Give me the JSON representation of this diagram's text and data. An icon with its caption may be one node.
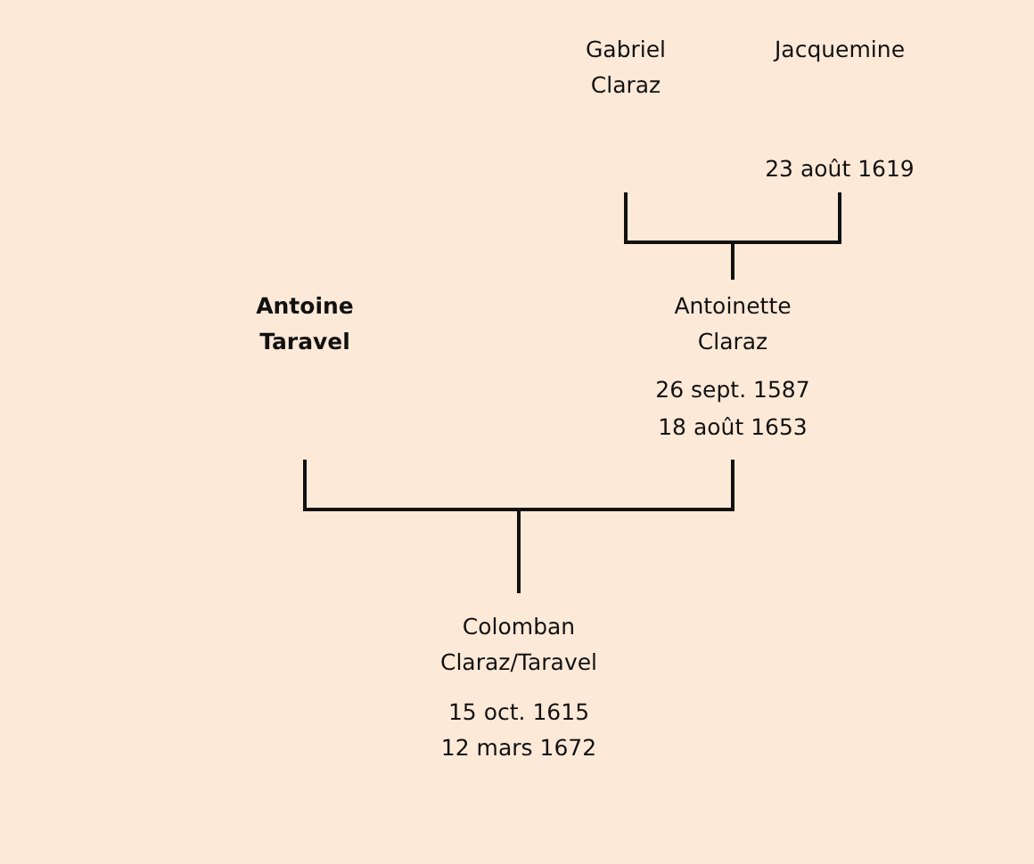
{
  "diagram": {
    "nodes": [
      {
        "text": [
          "Gabriel Claraz"
        ]
      },
      {
        "text": [
          "Jacquemine",
          "23 août 1619"
        ]
      },
      {
        "text": [
          "Antoine Taravel"
        ]
      },
      {
        "text": [
          "Antoinette Claraz",
          "26 sept. 1587",
          "18 août 1653"
        ]
      },
      {
        "text": [
          "Colomban Claraz/Taravel",
          "15 oct. 1615",
          "12 mars 1672"
        ]
      }
    ],
    "edges": [
      {
        "from": 0,
        "to": 3,
        "arrow": "none"
      },
      {
        "from": 1,
        "to": 3,
        "arrow": "none"
      },
      {
        "from": 2,
        "to": 4,
        "arrow": "none"
      },
      {
        "from": 3,
        "to": 4,
        "arrow": "none"
      }
    ]
  }
}
